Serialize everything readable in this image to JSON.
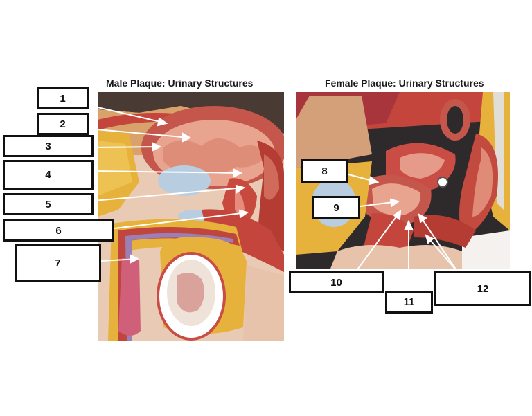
{
  "male_panel": {
    "title": "Male Plaque: Urinary Structures",
    "labels": [
      {
        "number": "1"
      },
      {
        "number": "2"
      },
      {
        "number": "3"
      },
      {
        "number": "4"
      },
      {
        "number": "5"
      },
      {
        "number": "6"
      },
      {
        "number": "7"
      }
    ]
  },
  "female_panel": {
    "title": "Female Plaque: Urinary Structures",
    "labels": [
      {
        "number": "8"
      },
      {
        "number": "9"
      },
      {
        "number": "10"
      },
      {
        "number": "11"
      },
      {
        "number": "12"
      }
    ]
  },
  "colors": {
    "box_border": "#111111",
    "pointer_line": "#ffffff",
    "muscle_red": "#c0463d",
    "bladder_pink": "#e9a48f",
    "fat_yellow": "#e7b23b",
    "bone_blue": "#b9cde0",
    "skin_beige": "#e8c3ab"
  }
}
